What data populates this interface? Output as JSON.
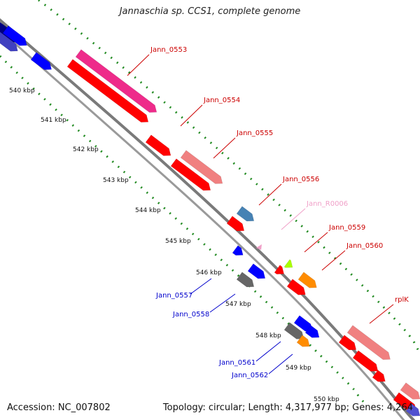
{
  "title": "Jannaschia sp. CCS1, complete genome",
  "footer": {
    "accession": "Accession: NC_007802",
    "summary": "Topology: circular; Length: 4,317,977 bp; Genes: 4,264"
  },
  "colors": {
    "backbone": "#808080",
    "tick_dots": "#228B22",
    "gene_red": "#ff0000",
    "gene_pink": "#ee2b8a",
    "gene_salmon": "#f08080",
    "gene_blue": "#0000ff",
    "gene_steelblue": "#4682b4",
    "gene_gray": "#666666",
    "gene_orange": "#ff8c00",
    "gene_lime": "#9acd32",
    "label_red": "#cc0000",
    "label_blue": "#0000cc",
    "label_pink": "#f0a0c8"
  },
  "ticks": [
    {
      "label": "540 kbp"
    },
    {
      "label": "541 kbp"
    },
    {
      "label": "542 kbp"
    },
    {
      "label": "543 kbp"
    },
    {
      "label": "544 kbp"
    },
    {
      "label": "545 kbp"
    },
    {
      "label": "546 kbp"
    },
    {
      "label": "547 kbp"
    },
    {
      "label": "548 kbp"
    },
    {
      "label": "549 kbp"
    },
    {
      "label": "550 kbp"
    }
  ],
  "gene_labels": [
    {
      "name": "Jann_0553",
      "color_key": "label_red"
    },
    {
      "name": "Jann_0554",
      "color_key": "label_red"
    },
    {
      "name": "Jann_0555",
      "color_key": "label_red"
    },
    {
      "name": "Jann_0556",
      "color_key": "label_red"
    },
    {
      "name": "Jann_R0006",
      "color_key": "label_pink"
    },
    {
      "name": "Jann_0559",
      "color_key": "label_red"
    },
    {
      "name": "Jann_0560",
      "color_key": "label_red"
    },
    {
      "name": "rplK",
      "color_key": "label_red"
    },
    {
      "name": "Jann_0557",
      "color_key": "label_blue"
    },
    {
      "name": "Jann_0558",
      "color_key": "label_blue"
    },
    {
      "name": "Jann_0561",
      "color_key": "label_blue"
    },
    {
      "name": "Jann_0562",
      "color_key": "label_blue"
    }
  ]
}
